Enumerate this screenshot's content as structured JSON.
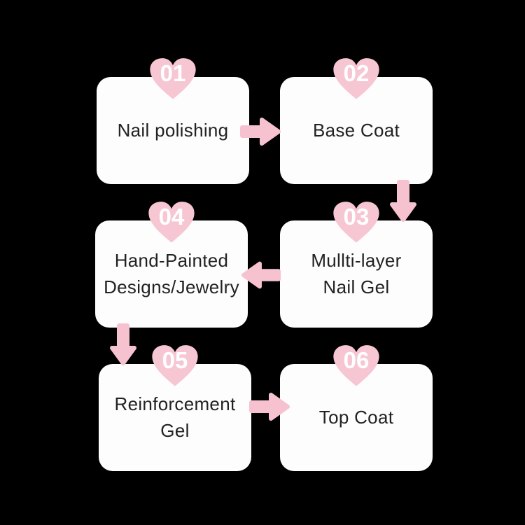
{
  "title": "Nail gel application process flowchart",
  "palette": {
    "background": "#000000",
    "box_fill": "#fdfdfd",
    "heart_pink": "#f7c6d3",
    "arrow_pink": "#f6c2d0",
    "label_text": "#222222",
    "number_text": "#ffffff"
  },
  "steps": [
    {
      "number": "01",
      "label": "Nail polishing"
    },
    {
      "number": "02",
      "label": "Base Coat"
    },
    {
      "number": "03",
      "label": "Mullti-layer\nNail Gel"
    },
    {
      "number": "04",
      "label": "Hand-Painted\nDesigns/Jewelry"
    },
    {
      "number": "05",
      "label": "Reinforcement\nGel"
    },
    {
      "number": "06",
      "label": "Top Coat"
    }
  ],
  "arrows": [
    {
      "from": "01",
      "to": "02",
      "direction": "right"
    },
    {
      "from": "02",
      "to": "03",
      "direction": "down"
    },
    {
      "from": "03",
      "to": "04",
      "direction": "left"
    },
    {
      "from": "04",
      "to": "05",
      "direction": "down"
    },
    {
      "from": "05",
      "to": "06",
      "direction": "right"
    }
  ]
}
